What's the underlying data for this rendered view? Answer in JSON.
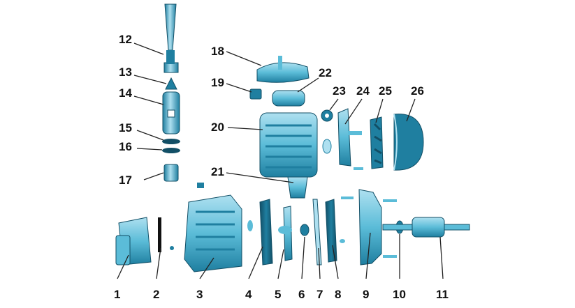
{
  "palette": {
    "part_light": "#aee0f0",
    "part_mid": "#5bbcd8",
    "part_dark": "#1f7fa0",
    "part_deep": "#124f66",
    "ink": "#111111",
    "leader": "#222222"
  },
  "callouts": [
    {
      "id": "c1",
      "text": "1"
    },
    {
      "id": "c2",
      "text": "2"
    },
    {
      "id": "c3",
      "text": "3"
    },
    {
      "id": "c4",
      "text": "4"
    },
    {
      "id": "c5",
      "text": "5"
    },
    {
      "id": "c6",
      "text": "6"
    },
    {
      "id": "c7",
      "text": "7"
    },
    {
      "id": "c8",
      "text": "8"
    },
    {
      "id": "c9",
      "text": "9"
    },
    {
      "id": "c10",
      "text": "10"
    },
    {
      "id": "c11",
      "text": "11"
    },
    {
      "id": "c12",
      "text": "12"
    },
    {
      "id": "c13",
      "text": "13"
    },
    {
      "id": "c14",
      "text": "14"
    },
    {
      "id": "c15",
      "text": "15"
    },
    {
      "id": "c16",
      "text": "16"
    },
    {
      "id": "c17",
      "text": "17"
    },
    {
      "id": "c18",
      "text": "18"
    },
    {
      "id": "c19",
      "text": "19"
    },
    {
      "id": "c20",
      "text": "20"
    },
    {
      "id": "c21",
      "text": "21"
    },
    {
      "id": "c22",
      "text": "22"
    },
    {
      "id": "c23",
      "text": "23"
    },
    {
      "id": "c24",
      "text": "24"
    },
    {
      "id": "c25",
      "text": "25"
    },
    {
      "id": "c26",
      "text": "26"
    }
  ]
}
